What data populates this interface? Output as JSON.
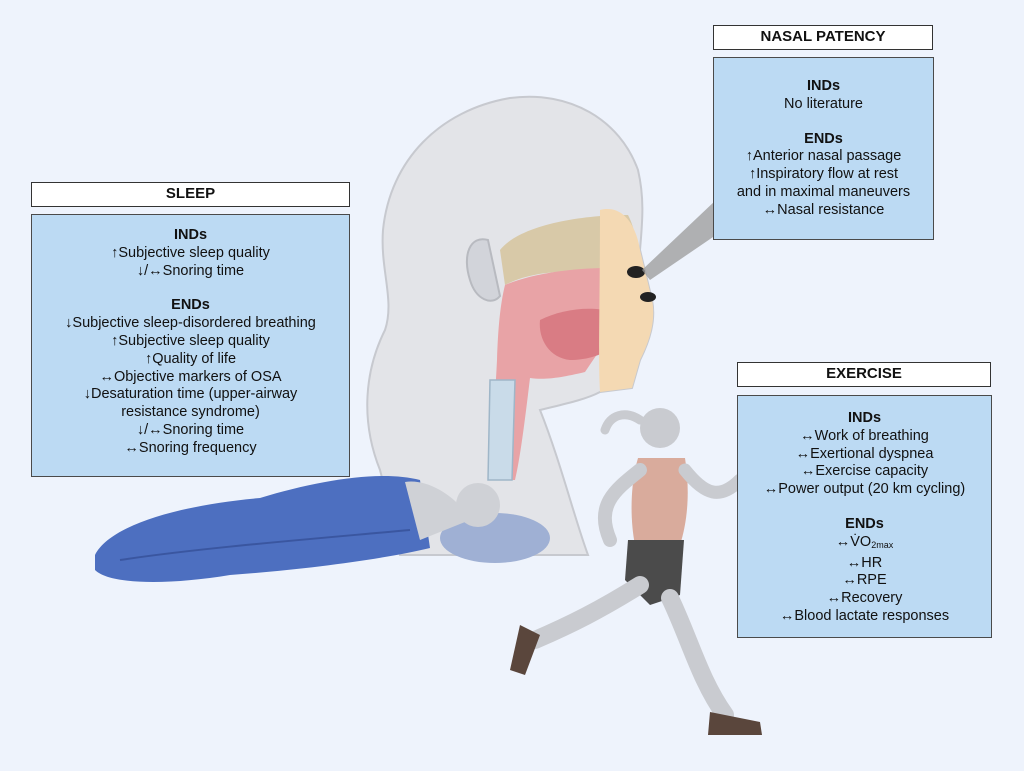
{
  "sleep": {
    "title": "SLEEP",
    "inds_heading": "INDs",
    "inds": [
      "↑Subjective sleep quality",
      "↓/↔Snoring time"
    ],
    "ends_heading": "ENDs",
    "ends": [
      "↓Subjective sleep-disordered breathing",
      "↑Subjective sleep quality",
      "↑Quality of life",
      "↔Objective markers of OSA",
      "↓Desaturation time (upper-airway",
      "resistance syndrome)",
      "↓/↔Snoring time",
      "↔Snoring frequency"
    ]
  },
  "nasal_patency": {
    "title": "NASAL PATENCY",
    "inds_heading": "INDs",
    "inds": [
      "No literature"
    ],
    "ends_heading": "ENDs",
    "ends": [
      "↑Anterior nasal passage",
      "↑Inspiratory flow at rest",
      "and in maximal maneuvers",
      "↔Nasal resistance"
    ]
  },
  "exercise": {
    "title": "EXERCISE",
    "inds_heading": "INDs",
    "inds": [
      "↔Work of breathing",
      "↔Exertional dyspnea",
      "↔Exercise capacity",
      "↔Power output (20 km cycling)"
    ],
    "ends_heading": "ENDs",
    "vo2_prefix": "↔V̇O",
    "vo2_sub": "2max",
    "ends": [
      "↔HR",
      "↔RPE",
      "↔Recovery",
      "↔Blood lactate responses"
    ]
  },
  "colors": {
    "background": "#eef3fc",
    "panel_fill": "#bcdaf3",
    "head_fill": "#dcdcdc",
    "airway": "#e8a3a6",
    "sheet": "#4d6fc0",
    "runner_top": "#d9ab9c",
    "shorts": "#4b4b4b"
  }
}
